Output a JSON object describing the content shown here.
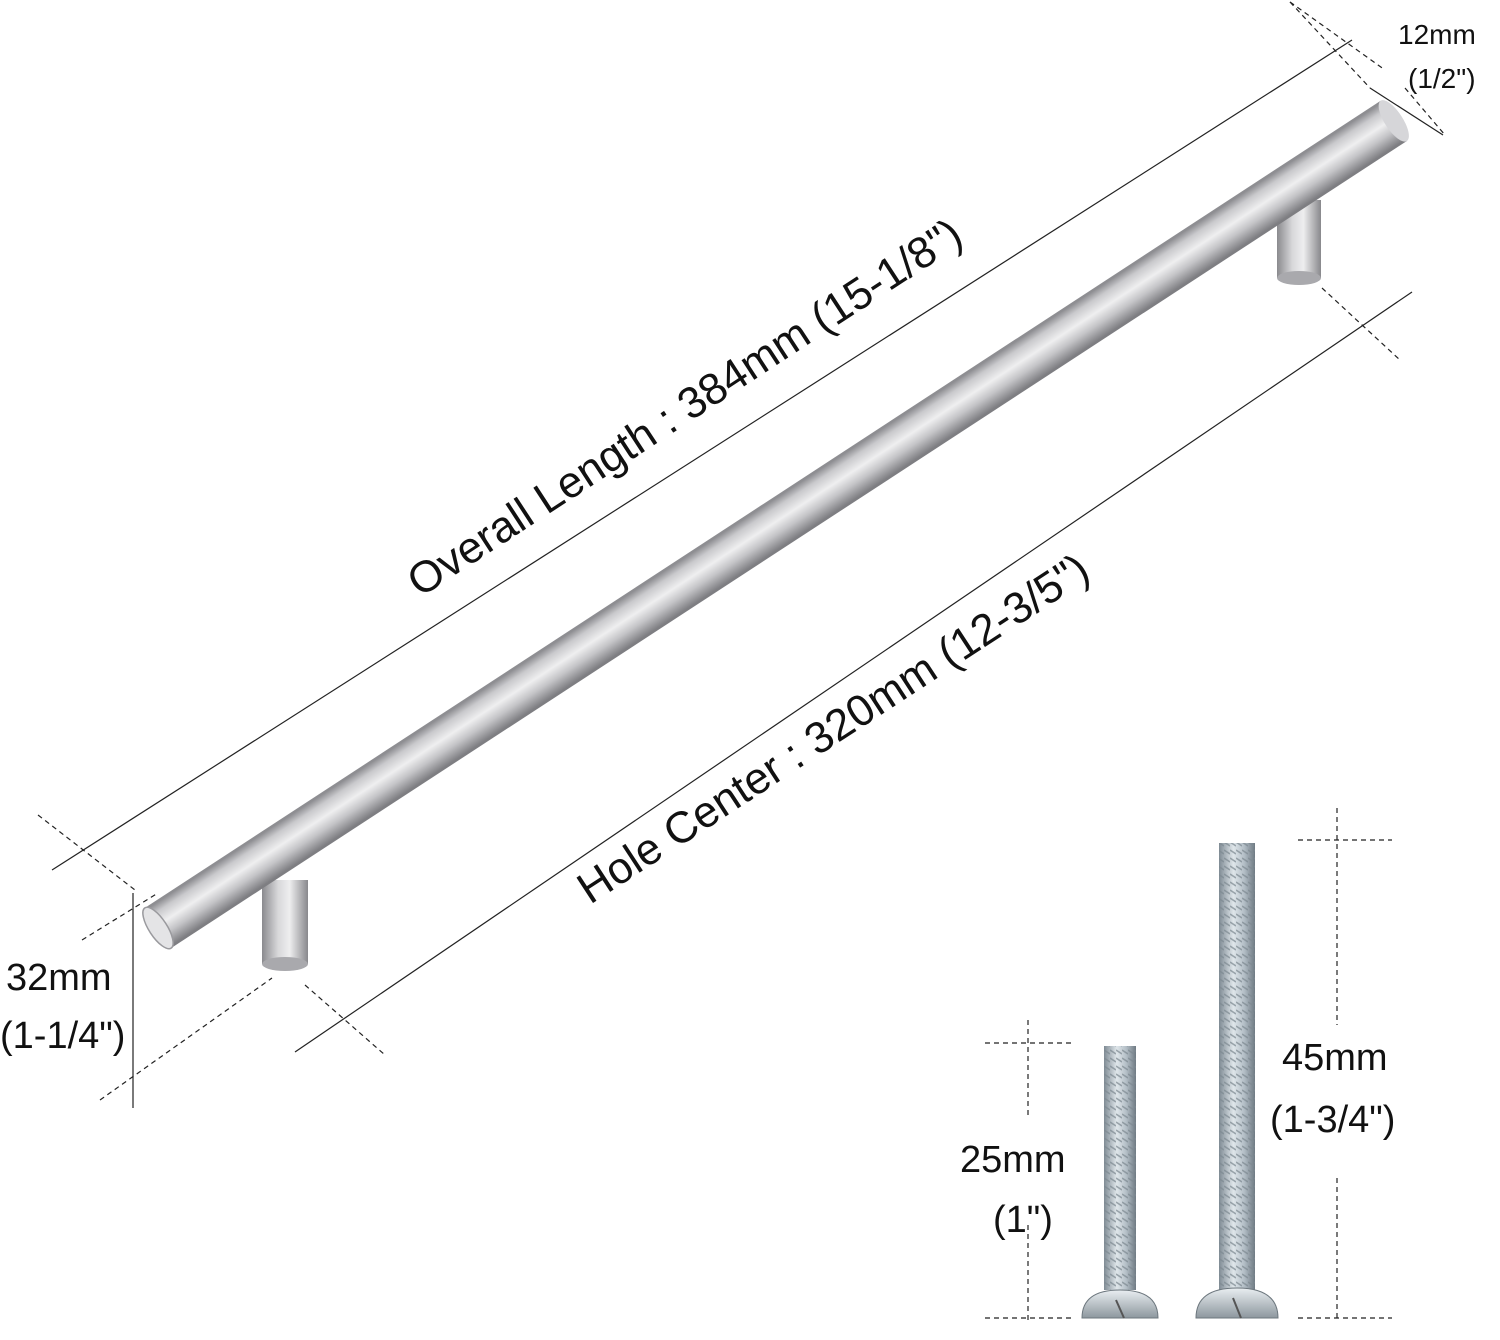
{
  "dimensions": {
    "overall_length": "Overall Length : 384mm (15-1/8\")",
    "hole_center": "Hole Center : 320mm (12-3/5\")",
    "diameter_mm": "12mm",
    "diameter_in": "(1/2\")",
    "height_mm": "32mm",
    "height_in": "(1-1/4\")",
    "short_screw_mm": "25mm",
    "short_screw_in": "(1\")",
    "long_screw_mm": "45mm",
    "long_screw_in": "(1-3/4\")"
  },
  "colors": {
    "text": "#111111",
    "steel": "#c4c4c6",
    "screw": "#b9c4cc"
  }
}
